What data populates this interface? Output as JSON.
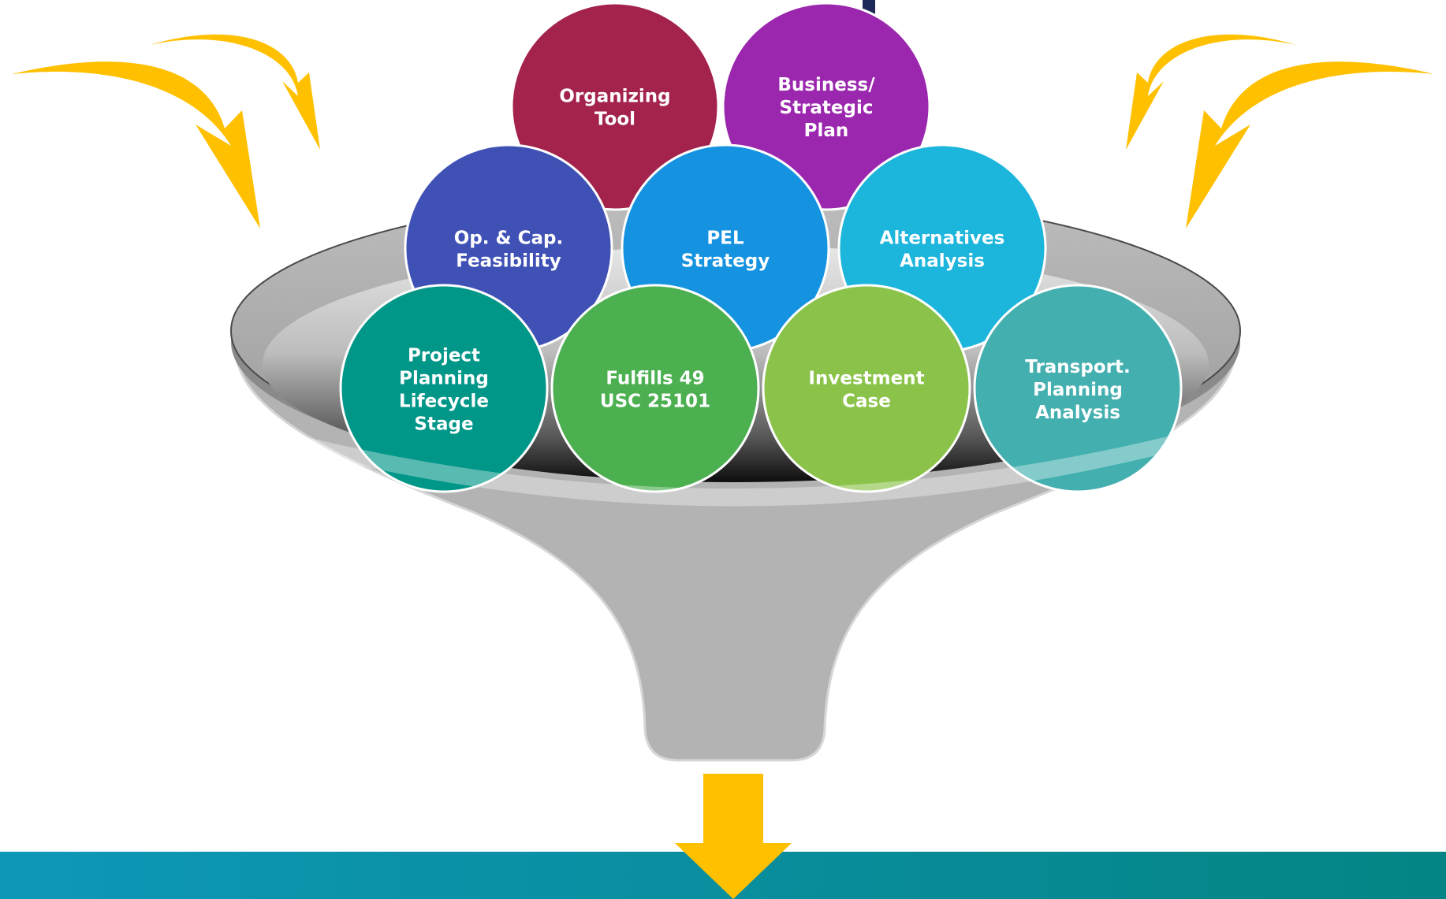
{
  "diagram": {
    "circles": [
      {
        "id": "organizing-tool",
        "lines": [
          "Organizing",
          "Tool"
        ],
        "color": "#A3234C"
      },
      {
        "id": "business-strategic-plan",
        "lines": [
          "Business/",
          "Strategic",
          "Plan"
        ],
        "color": "#9B27AF"
      },
      {
        "id": "op-cap-feasibility",
        "lines": [
          "Op. & Cap.",
          "Feasibility"
        ],
        "color": "#3F51B5"
      },
      {
        "id": "pel-strategy",
        "lines": [
          "PEL",
          "Strategy"
        ],
        "color": "#1592E0"
      },
      {
        "id": "alternatives-analysis",
        "lines": [
          "Alternatives",
          "Analysis"
        ],
        "color": "#1CB5DC"
      },
      {
        "id": "project-planning-lifecycle-stage",
        "lines": [
          "Project",
          "Planning",
          "Lifecycle",
          "Stage"
        ],
        "color": "#009688"
      },
      {
        "id": "fulfills-49-usc-25101",
        "lines": [
          "Fulfills 49",
          "USC 25101"
        ],
        "color": "#4CAF50"
      },
      {
        "id": "investment-case",
        "lines": [
          "Investment",
          "Case"
        ],
        "color": "#8BC34A"
      },
      {
        "id": "transport-planning-analysis",
        "lines": [
          "Transport.",
          "Planning",
          "Analysis"
        ],
        "color": "#44AFAF"
      }
    ],
    "colors": {
      "arrow": "#FFC000",
      "funnel_body": "#B3B3B3",
      "funnel_rim": "#D9D9D9",
      "bottom_band_start": "#0E98B8",
      "bottom_band_end": "#048484",
      "navy_bar": "#1F2A5A",
      "circle_text": "#FFFFFF"
    }
  }
}
